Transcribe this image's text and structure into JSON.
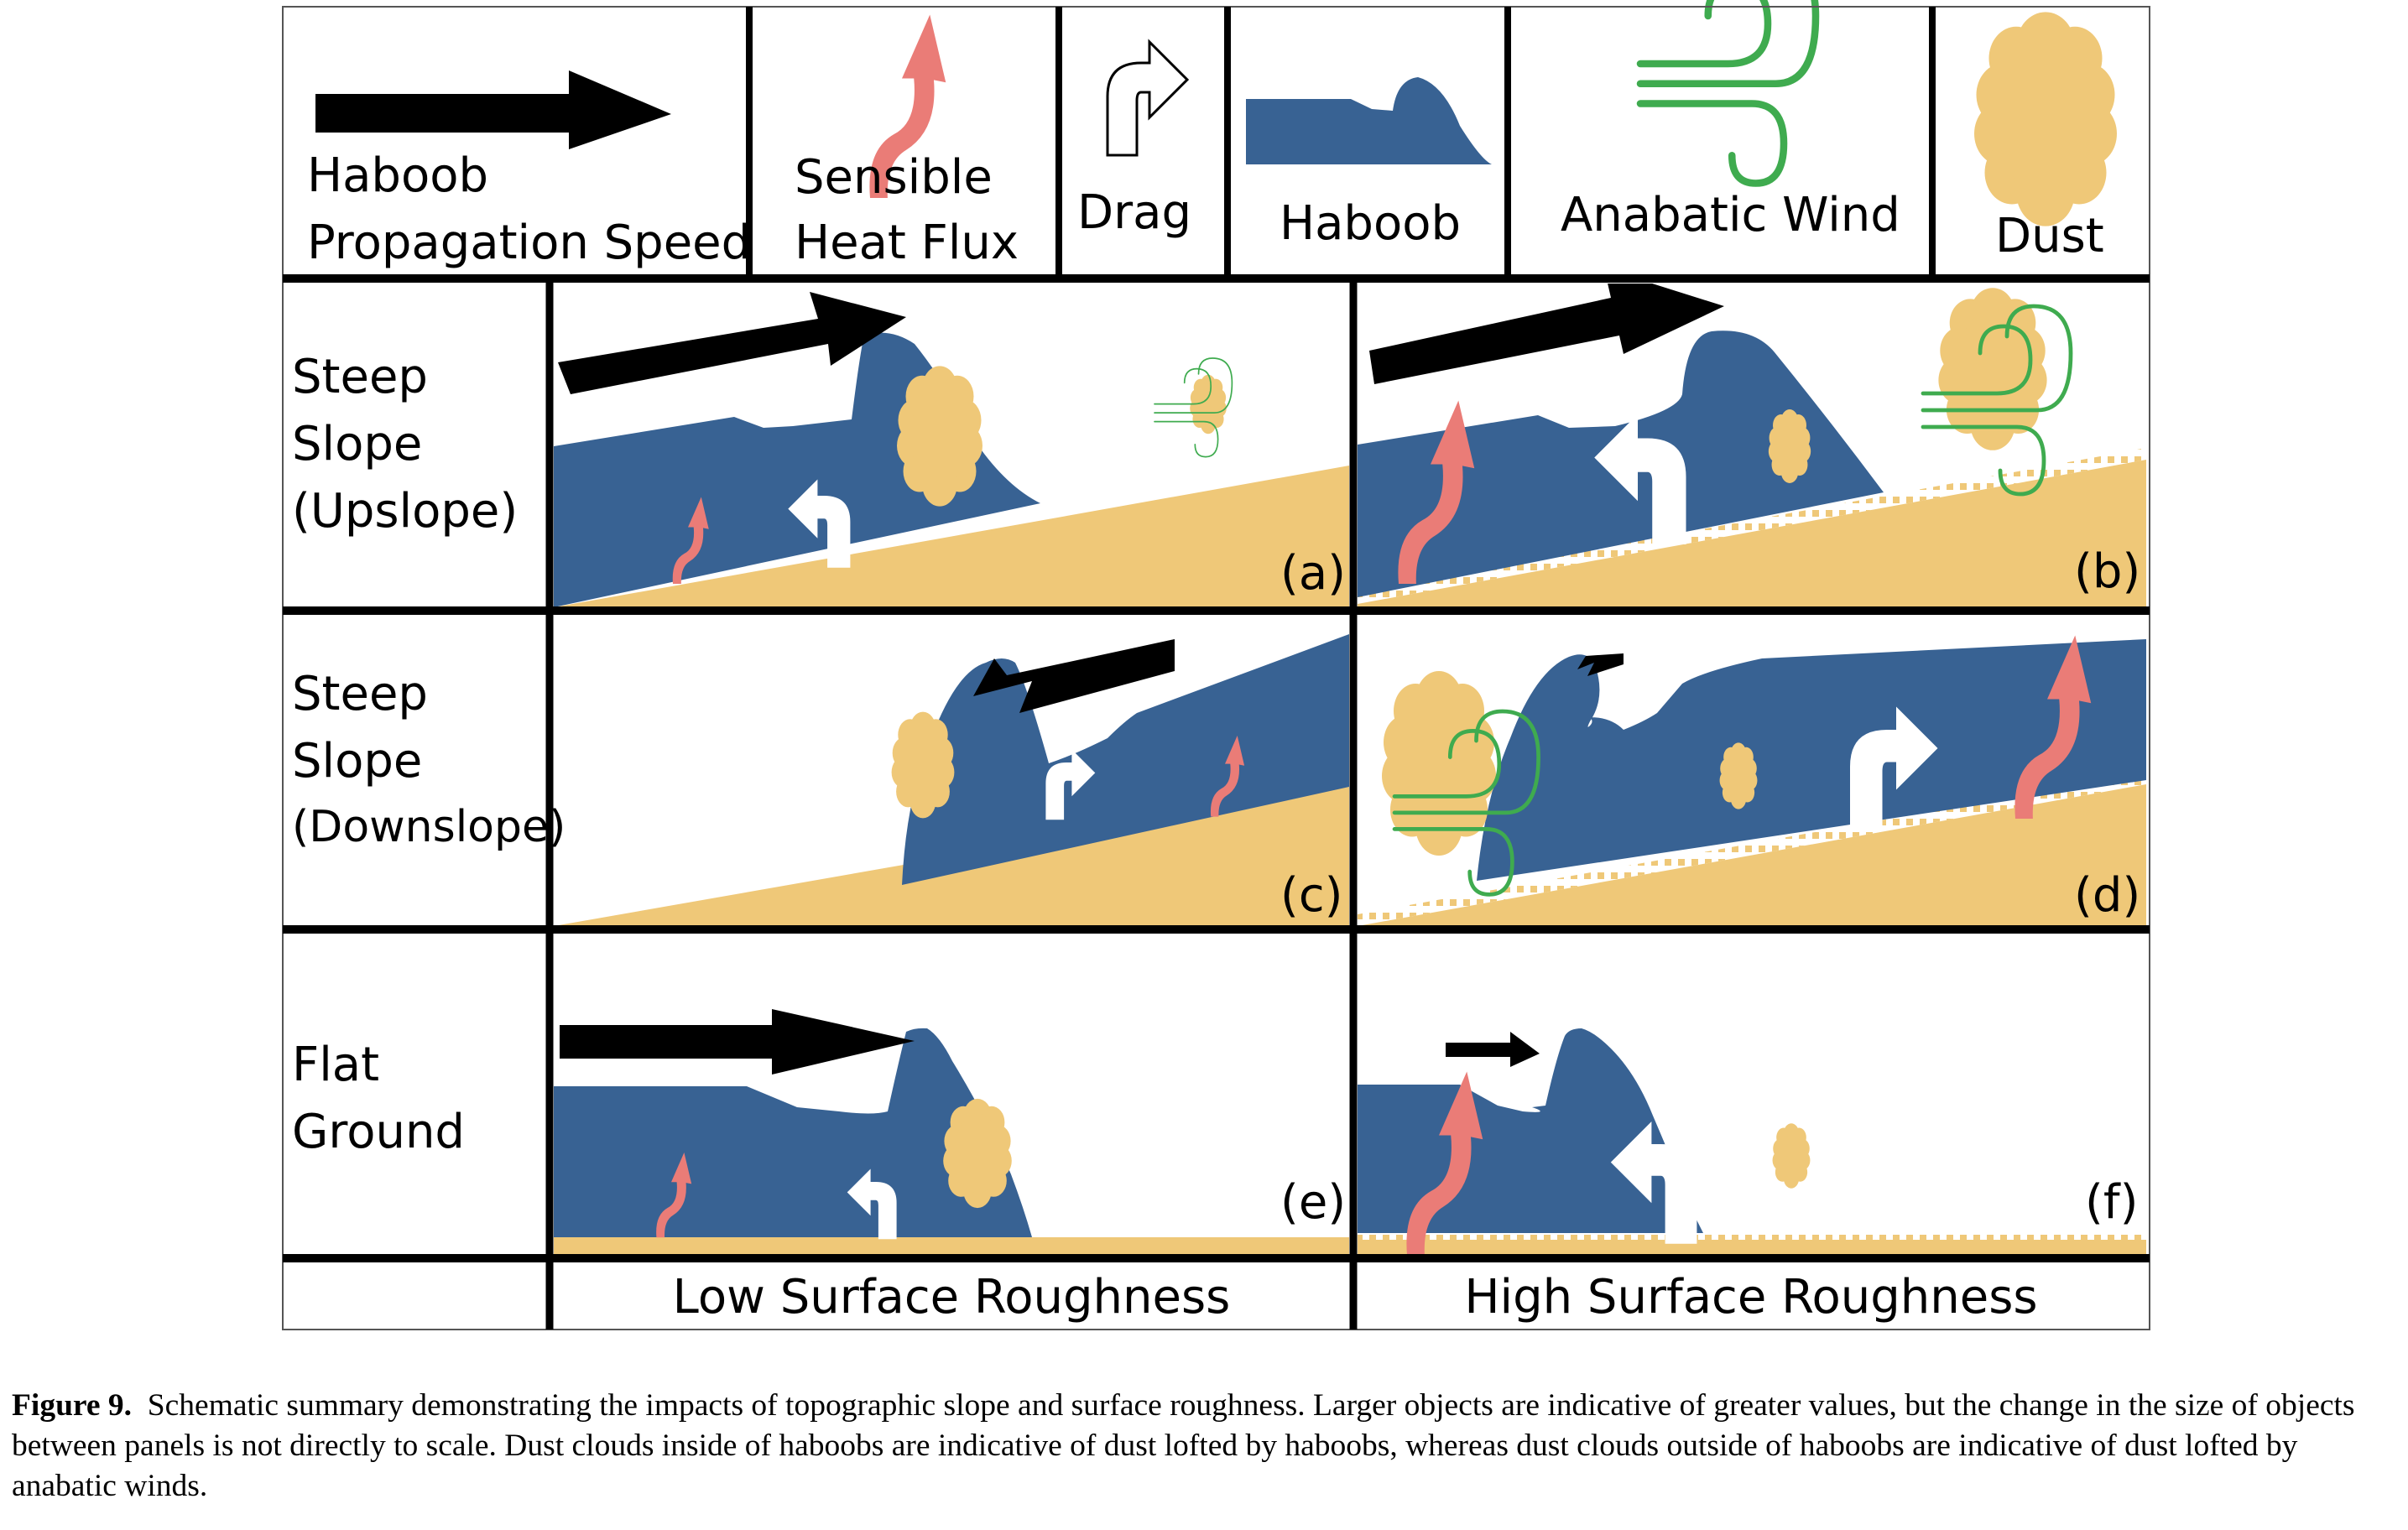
{
  "legend": {
    "propagation": {
      "line1": "Haboob",
      "line2": "Propagation Speed"
    },
    "heat_flux": {
      "line1": "Sensible",
      "line2": "Heat Flux"
    },
    "drag": {
      "label": "Drag"
    },
    "haboob": {
      "label": "Haboob"
    },
    "anabatic": {
      "label": "Anabatic Wind"
    },
    "dust": {
      "label": "Dust"
    }
  },
  "rows": [
    {
      "line1": "Steep",
      "line2": "Slope",
      "line3": "(Upslope)"
    },
    {
      "line1": "Steep",
      "line2": "Slope",
      "line3": "(Downslope)"
    },
    {
      "line1": "Flat",
      "line2": "Ground",
      "line3": ""
    }
  ],
  "columns": [
    "Low Surface Roughness",
    "High Surface Roughness"
  ],
  "panels": [
    "(a)",
    "(b)",
    "(c)",
    "(d)",
    "(e)",
    "(f)"
  ],
  "colors": {
    "haboob": "#386293",
    "dust": "#efc878",
    "heat_flux": "#ea7c77",
    "anabatic": "#3fab4f",
    "arrow": "#000000",
    "drag": "#ffffff"
  },
  "caption": {
    "label": "Figure 9.",
    "text": "Schematic summary demonstrating the impacts of topographic slope and surface roughness. Larger objects are indicative of greater values, but the change in the size of objects between panels is not directly to scale. Dust clouds inside of haboobs are indicative of dust lofted by haboobs, whereas dust clouds outside of haboobs are indicative of dust lofted by anabatic winds."
  }
}
